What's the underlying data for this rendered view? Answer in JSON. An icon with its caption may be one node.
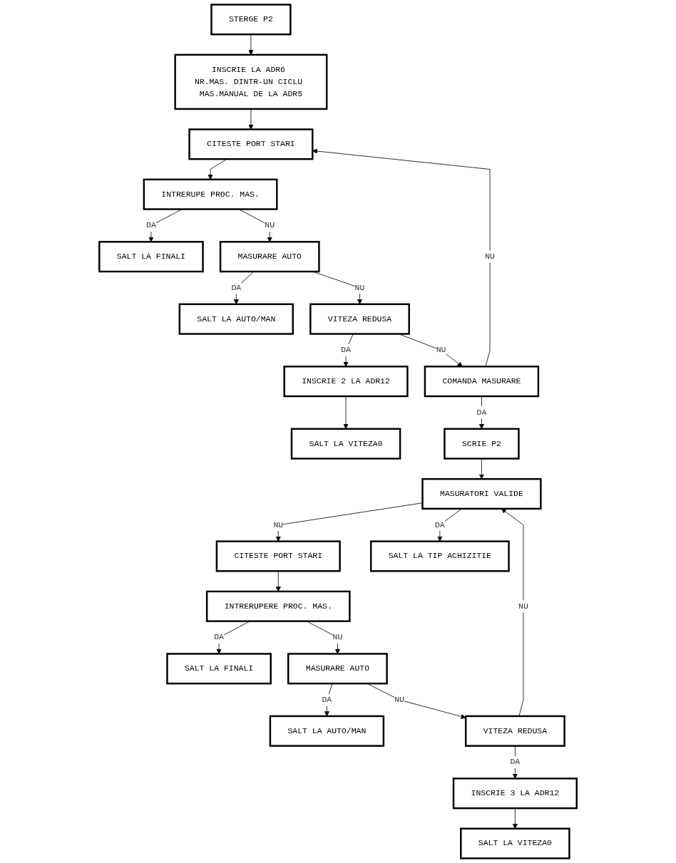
{
  "diagram": {
    "nodes": [
      {
        "text": [
          "STERGE P2"
        ]
      },
      {
        "text": [
          "INSCRIE LA ADR6 NR.MAS. DINTR-UN CICLU MAS.MANUAL DE LA ADR5"
        ]
      },
      {
        "text": [
          "CITESTE PORT STARI"
        ]
      },
      {
        "text": [
          "INTRERUPE PROC. MAS."
        ]
      },
      {
        "text": [
          "SALT LA FINALI"
        ]
      },
      {
        "text": [
          "MASURARE AUTO"
        ]
      },
      {
        "text": [
          "SALT LA AUTO/MAN"
        ]
      },
      {
        "text": [
          "VITEZA REDUSA"
        ]
      },
      {
        "text": [
          "INSCRIE 2 LA ADR12"
        ]
      },
      {
        "text": [
          "SALT LA VITEZA0"
        ]
      },
      {
        "text": [
          "COMANDA MASURARE"
        ]
      },
      {
        "text": [
          "SCRIE P2"
        ]
      },
      {
        "text": [
          "CITESTE PORT STARI"
        ]
      },
      {
        "text": [
          "INTRERUPERE PROC. MAS."
        ]
      },
      {
        "text": [
          "SALT LA FINALI"
        ]
      },
      {
        "text": [
          "MASURARE AUTO"
        ]
      },
      {
        "text": [
          "SALT LA AUTO/MAN"
        ]
      },
      {
        "text": [
          "VITEZA REDUSA"
        ]
      },
      {
        "text": [
          "INSCRIE 3 LA ADR12"
        ]
      },
      {
        "text": [
          "SALT LA VITEZA0"
        ]
      },
      {
        "text": [
          "MASURATORI VALIDE"
        ]
      },
      {
        "text": [
          "SALT LA TIP ACHIZITIE"
        ]
      }
    ],
    "edges": [
      {
        "from": 0,
        "to": 1,
        "arrow": "to"
      },
      {
        "from": 1,
        "to": 2,
        "arrow": "to"
      },
      {
        "from": 2,
        "to": 3,
        "arrow": "to"
      },
      {
        "from": 3,
        "to": 4,
        "label": "DA",
        "arrow": "to"
      },
      {
        "from": 3,
        "to": 5,
        "label": "NU",
        "arrow": "to"
      },
      {
        "from": 5,
        "to": 6,
        "label": "DA",
        "arrow": "to"
      },
      {
        "from": 5,
        "to": 7,
        "label": "NU",
        "arrow": "to"
      },
      {
        "from": 7,
        "to": 8,
        "label": "DA",
        "arrow": "to"
      },
      {
        "from": 8,
        "to": 9,
        "arrow": "to"
      },
      {
        "from": 7,
        "to": 10,
        "label": "NU",
        "arrow": "to"
      },
      {
        "from": 10,
        "to": 2,
        "label": "NU",
        "arrow": "to"
      },
      {
        "from": 10,
        "to": 11,
        "label": "DA",
        "arrow": "to"
      },
      {
        "from": 11,
        "to": 20,
        "arrow": "to"
      },
      {
        "from": 20,
        "to": 12,
        "label": "NU",
        "arrow": "to"
      },
      {
        "from": 12,
        "to": 13,
        "arrow": "to"
      },
      {
        "from": 13,
        "to": 14,
        "label": "DA",
        "arrow": "to"
      },
      {
        "from": 13,
        "to": 15,
        "label": "NU",
        "arrow": "to"
      },
      {
        "from": 15,
        "to": 16,
        "label": "DA",
        "arrow": "to"
      },
      {
        "from": 15,
        "to": 17,
        "label": "NU",
        "arrow": "to"
      },
      {
        "from": 17,
        "to": 18,
        "label": "DA",
        "arrow": "to"
      },
      {
        "from": 18,
        "to": 19,
        "arrow": "to"
      },
      {
        "from": 17,
        "to": 20,
        "label": "NU",
        "arrow": "to"
      },
      {
        "from": 20,
        "to": 21,
        "label": "DA",
        "arrow": "to"
      }
    ]
  }
}
